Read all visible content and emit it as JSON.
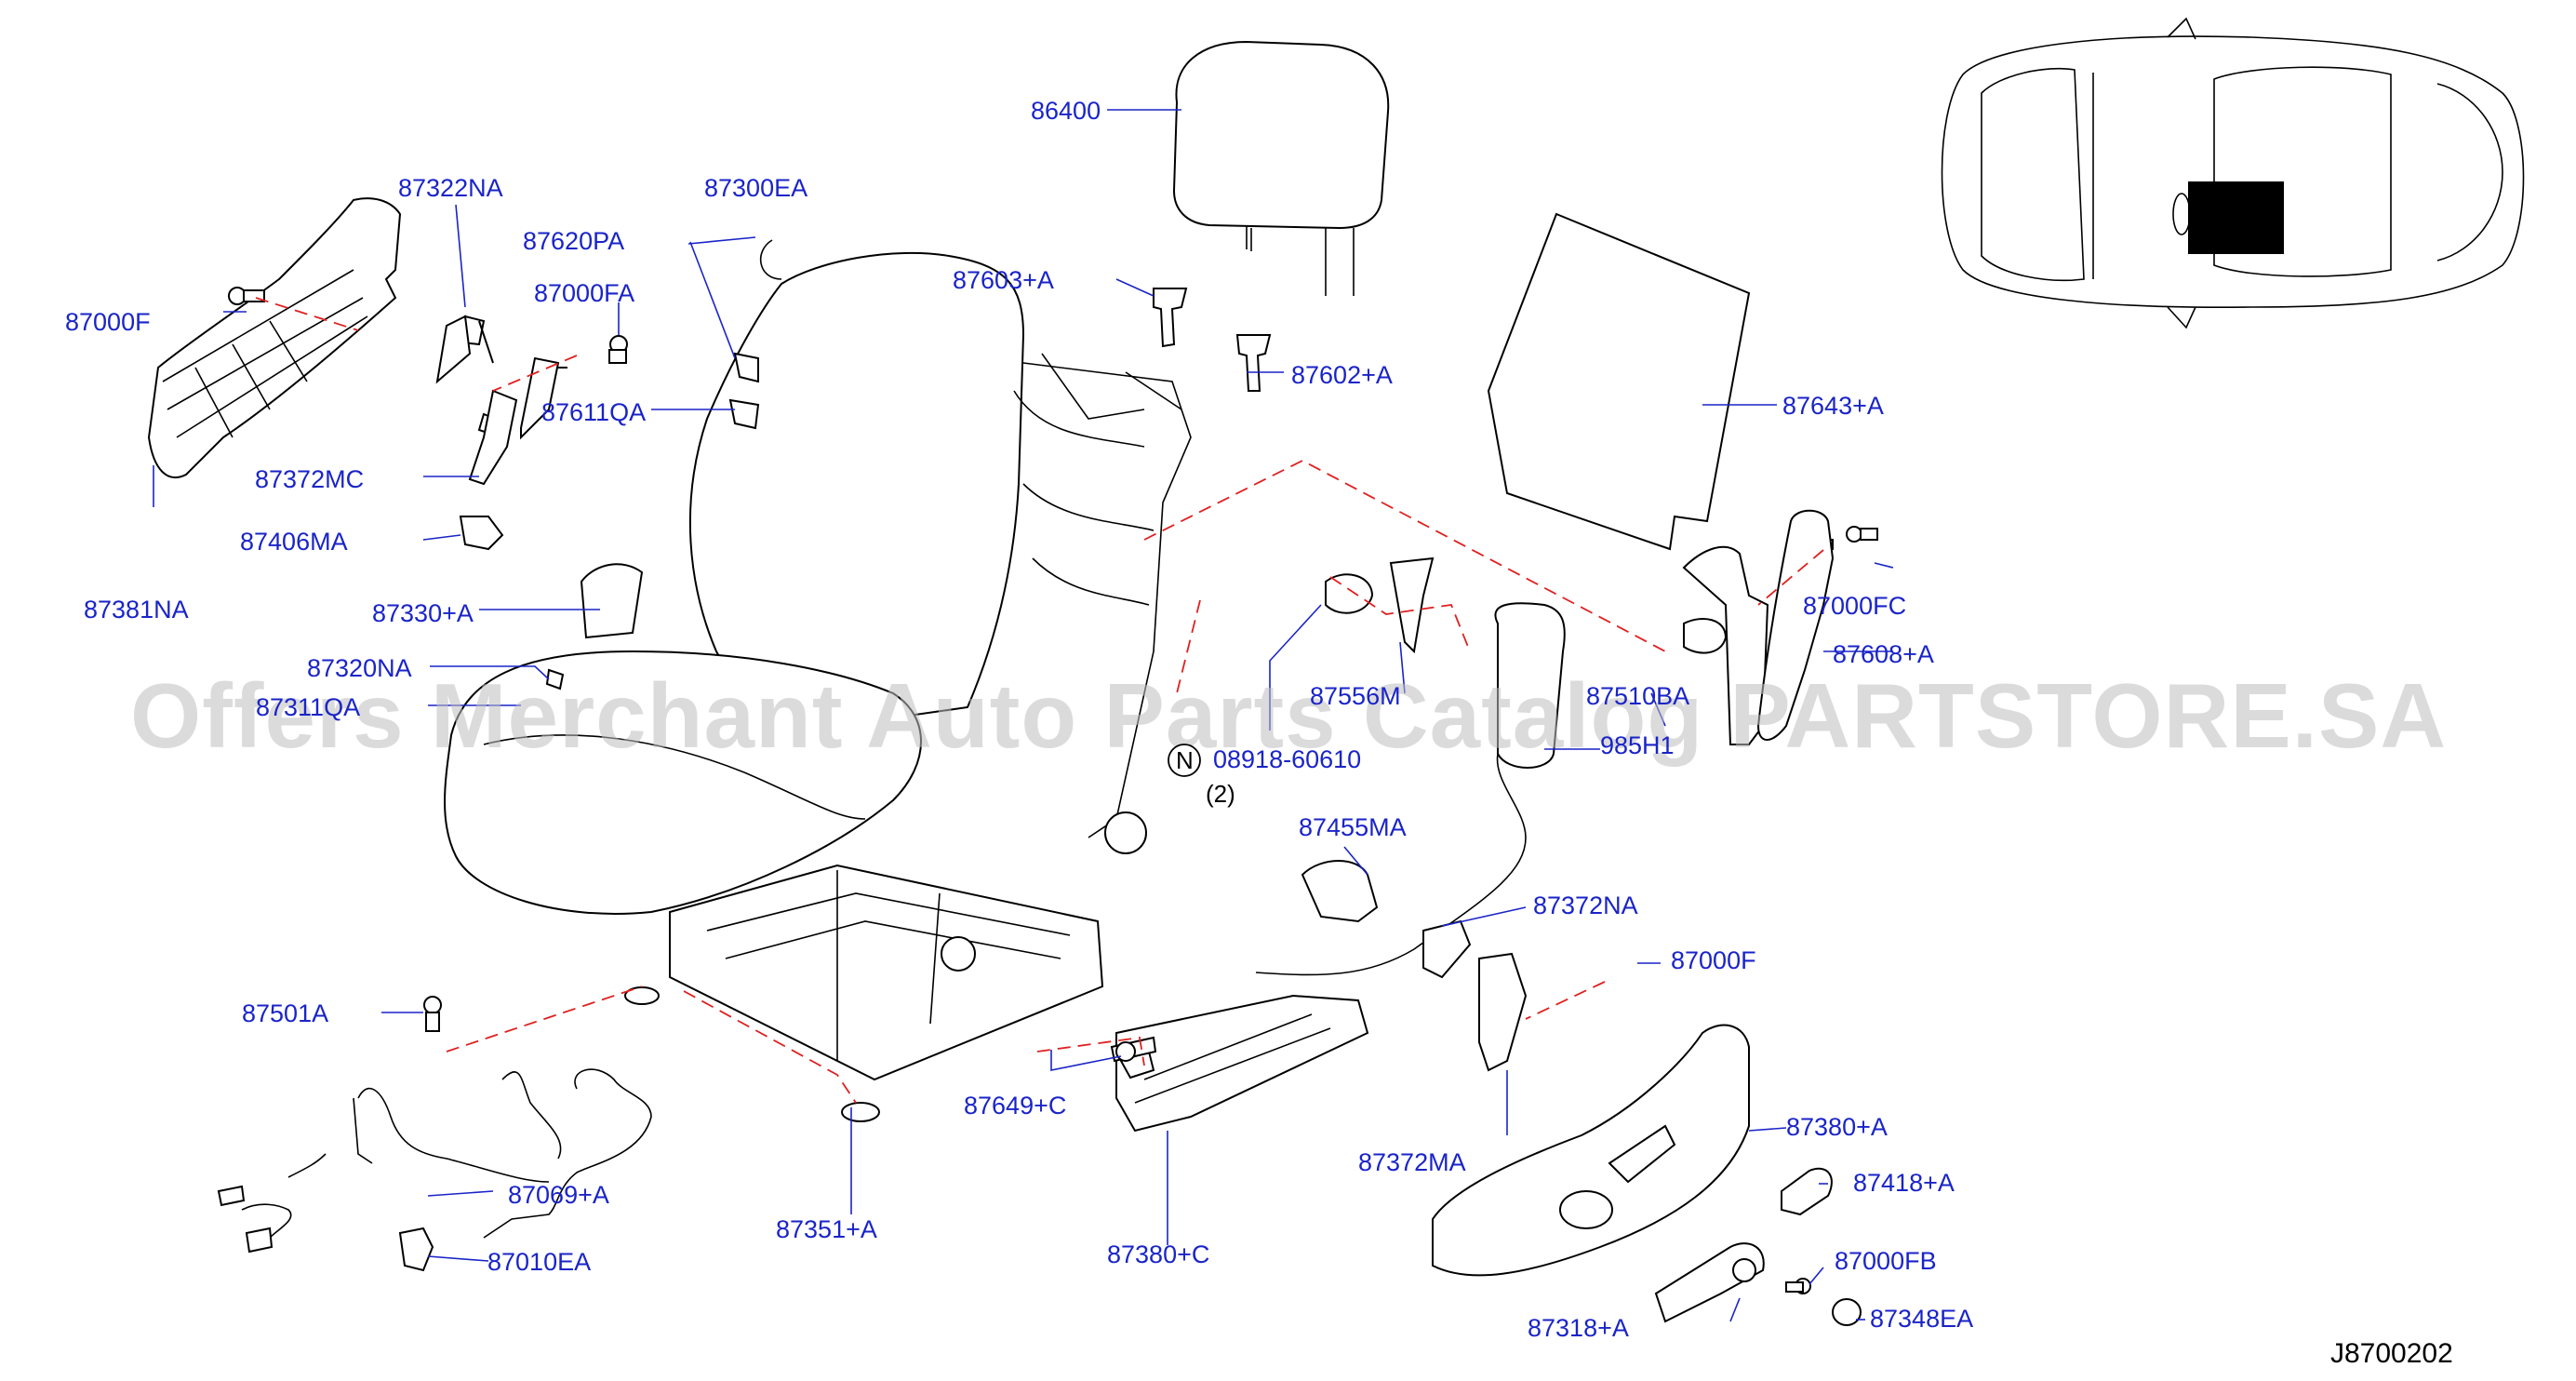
{
  "watermark": "Offers Merchant Auto Parts Catalog PARTSTORE.SA",
  "diagram_code": "J8700202",
  "note_symbol": "N",
  "note_qty": "(2)",
  "labels": {
    "p86400": "86400",
    "p87322NA": "87322NA",
    "p87300EA": "87300EA",
    "p87620PA": "87620PA",
    "p87000FA": "87000FA",
    "p87000F_left": "87000F",
    "p87611QA": "87611QA",
    "p87603A": "87603+A",
    "p87602A": "87602+A",
    "p87643A": "87643+A",
    "p87372MC": "87372MC",
    "p87406MA": "87406MA",
    "p87381NA": "87381NA",
    "p87330A": "87330+A",
    "p87320NA": "87320NA",
    "p87311QA": "87311QA",
    "p87556M": "87556M",
    "p08918": "08918-60610",
    "p87510BA": "87510BA",
    "p985H1": "985H1",
    "p87000FC": "87000FC",
    "p87608A": "87608+A",
    "p87455MA": "87455MA",
    "p87372NA": "87372NA",
    "p87000F_right": "87000F",
    "p87501A": "87501A",
    "p87649C": "87649+C",
    "p87069A": "87069+A",
    "p87010EA": "87010EA",
    "p87351A": "87351+A",
    "p87380C": "87380+C",
    "p87372MA": "87372MA",
    "p87380A": "87380+A",
    "p87418A": "87418+A",
    "p87000FB": "87000FB",
    "p87348EA": "87348EA",
    "p87318A": "87318+A"
  }
}
